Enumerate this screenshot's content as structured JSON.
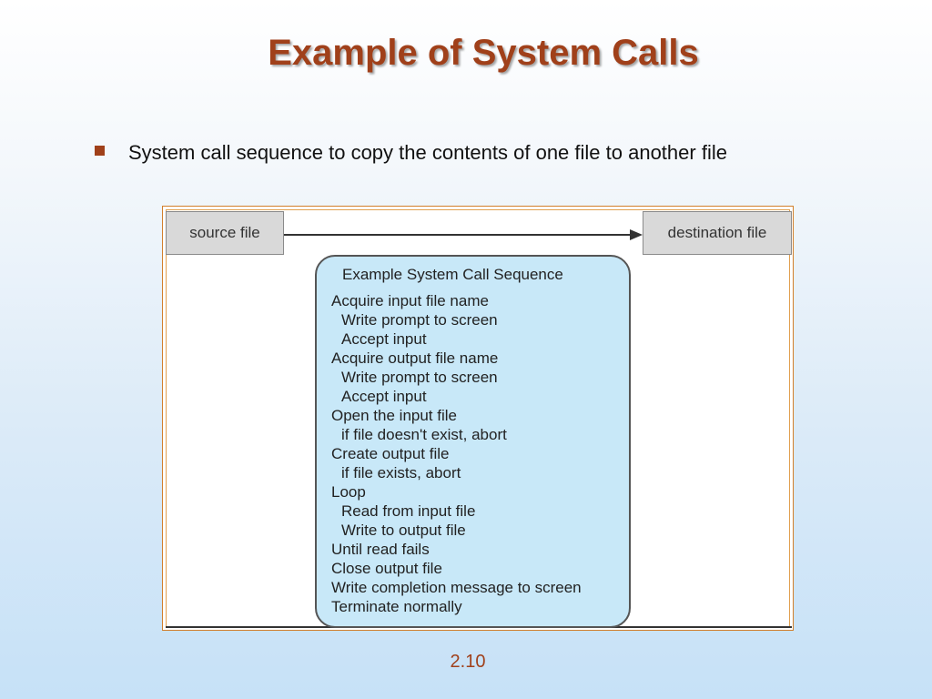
{
  "slide": {
    "title": "Example of System Calls",
    "bullet": "System call sequence to copy the contents of one file to another file",
    "page_number": "2.10"
  },
  "figure": {
    "source_label": "source file",
    "destination_label": "destination  file",
    "sequence_title": "Example System Call Sequence",
    "steps": [
      {
        "text": "Acquire input file name",
        "indent": false
      },
      {
        "text": "Write prompt to screen",
        "indent": true
      },
      {
        "text": "Accept input",
        "indent": true
      },
      {
        "text": "Acquire output file name",
        "indent": false
      },
      {
        "text": "Write prompt to screen",
        "indent": true
      },
      {
        "text": "Accept input",
        "indent": true
      },
      {
        "text": "Open the input file",
        "indent": false
      },
      {
        "text": "if file doesn't exist, abort",
        "indent": true
      },
      {
        "text": "Create output file",
        "indent": false
      },
      {
        "text": "if file exists, abort",
        "indent": true
      },
      {
        "text": "Loop",
        "indent": false
      },
      {
        "text": "Read from input file",
        "indent": true
      },
      {
        "text": "Write to output file",
        "indent": true
      },
      {
        "text": "Until read fails",
        "indent": false
      },
      {
        "text": "Close output file",
        "indent": false
      },
      {
        "text": "Write completion message to screen",
        "indent": false
      },
      {
        "text": "Terminate normally",
        "indent": false
      }
    ]
  },
  "colors": {
    "title": "#a0401a",
    "bullet": "#a0401a",
    "sequence_fill": "#c8e8f8",
    "file_box_fill": "#d9d9d9",
    "frame_border": "#d27f2c"
  },
  "icons": {
    "bullet": "square-bullet-icon",
    "arrow": "right-arrow-icon"
  }
}
